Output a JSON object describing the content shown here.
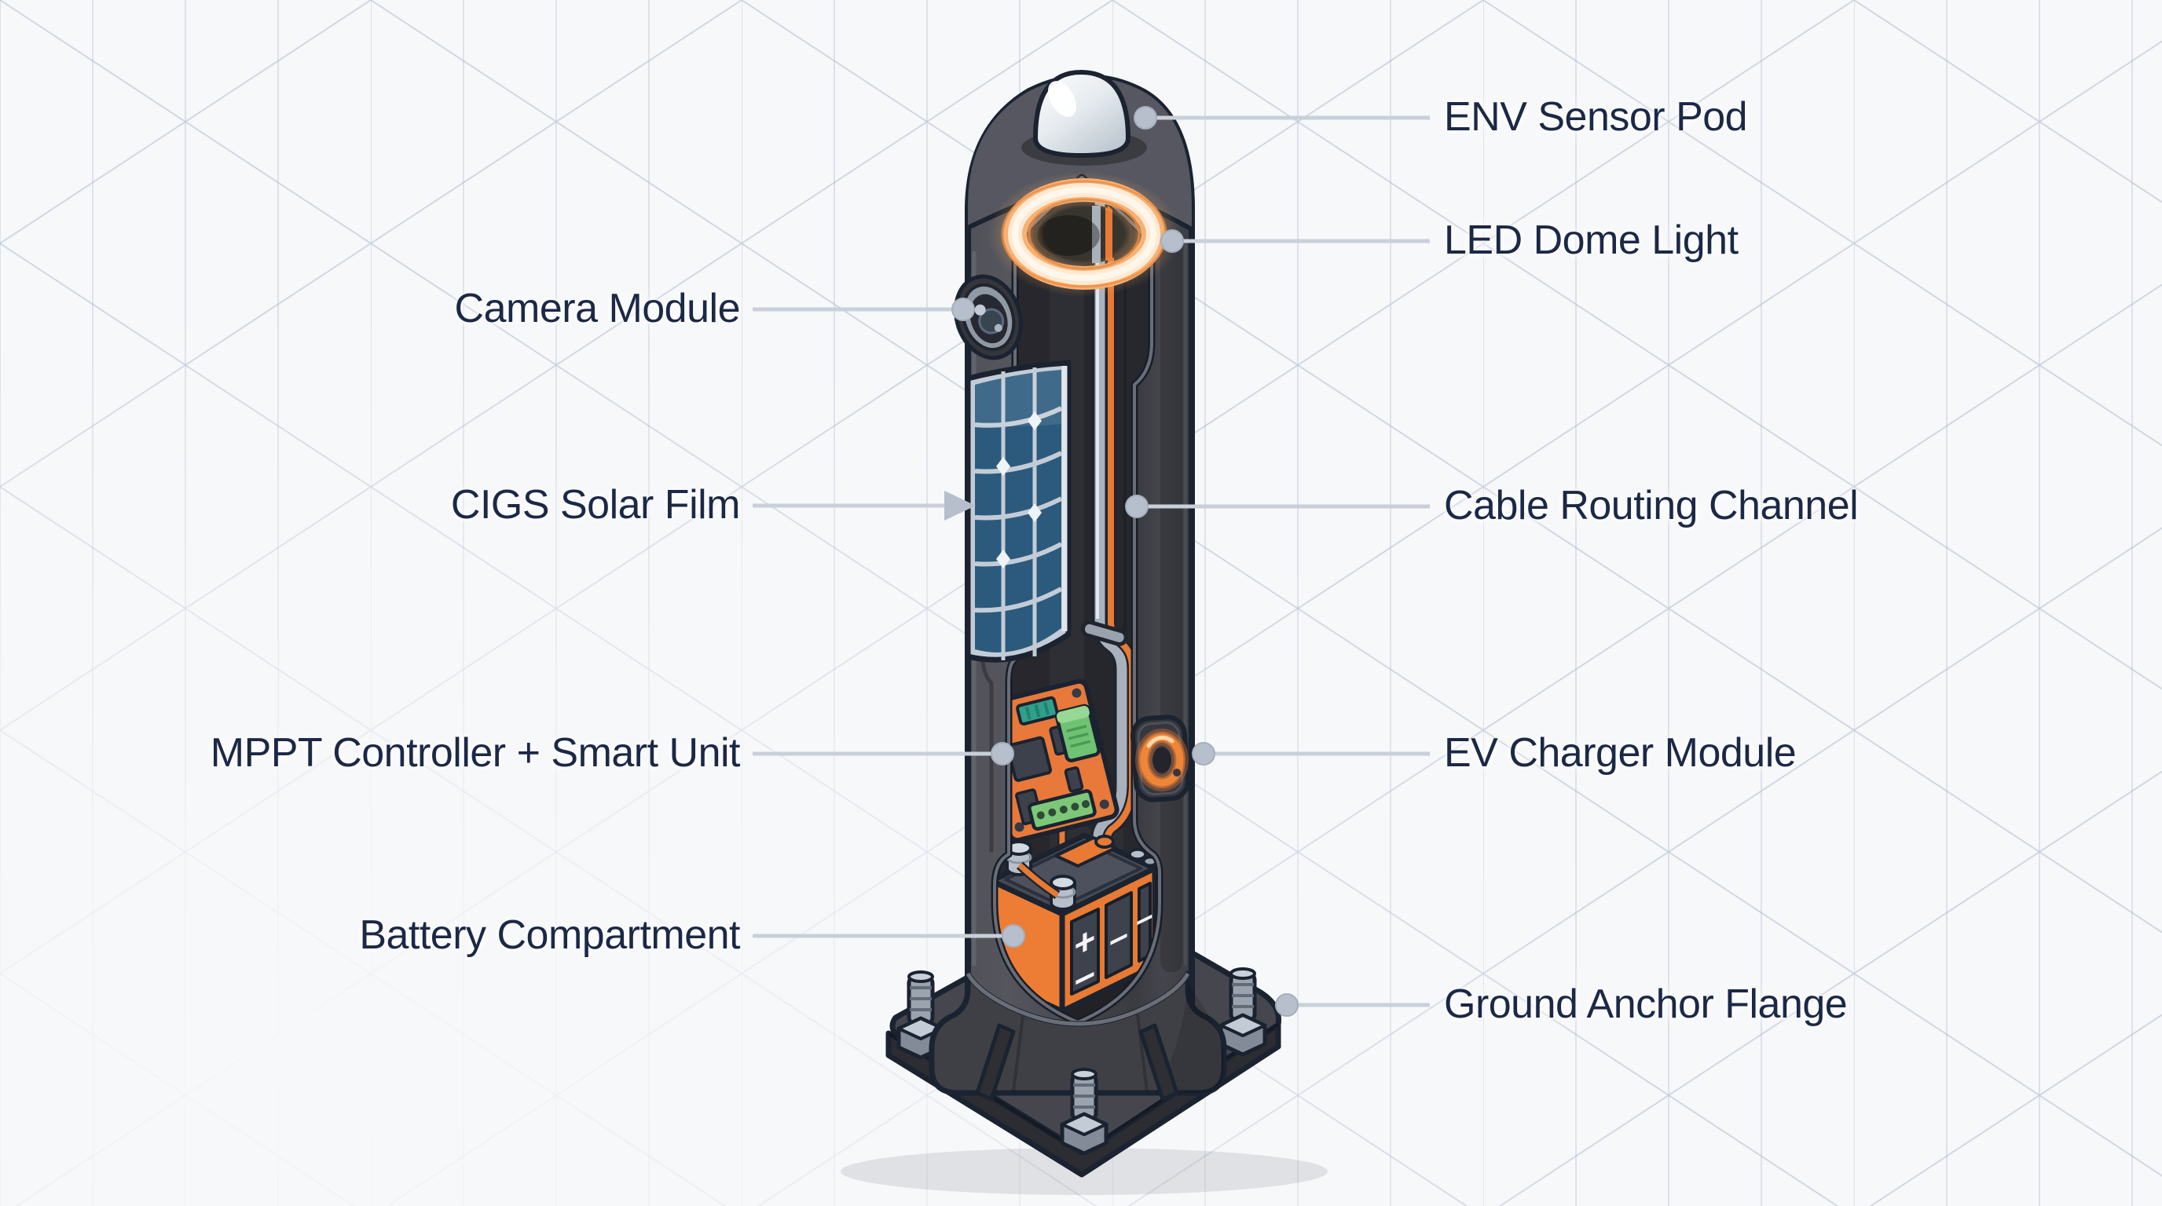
{
  "figure": {
    "subject": "Smart solar bollard cutaway diagram",
    "style": "isometric technical illustration"
  },
  "labels": {
    "left": [
      {
        "text": "Camera Module"
      },
      {
        "text": "CIGS Solar Film"
      },
      {
        "text": "MPPT Controller + Smart Unit"
      },
      {
        "text": "Battery Compartment"
      }
    ],
    "right": [
      {
        "text": "ENV Sensor Pod"
      },
      {
        "text": "LED Dome Light"
      },
      {
        "text": "Cable Routing Channel"
      },
      {
        "text": "EV Charger Module"
      },
      {
        "text": "Ground Anchor Flange"
      }
    ]
  },
  "battery_markings": {
    "positive": "+",
    "negative": "−"
  },
  "colors": {
    "background": "#f7f8fa",
    "grid_line": "#bac3d1",
    "label_text": "#1b2846",
    "leader_line": "#c9d0da",
    "leader_dot": "#b6bfcb",
    "pole_body": "#4a4b52",
    "pole_outline": "#1b2330",
    "interior_dark": "#2e2f35",
    "accent_orange": "#e87a33",
    "led_glow": "#ffc690",
    "solar_blue": "#2b5a7d",
    "solar_grid_silver": "#c3ccd6",
    "pcb_green": "#6fc273",
    "metal_silver": "#a9b2bc",
    "dome_white": "#eef2f5"
  }
}
